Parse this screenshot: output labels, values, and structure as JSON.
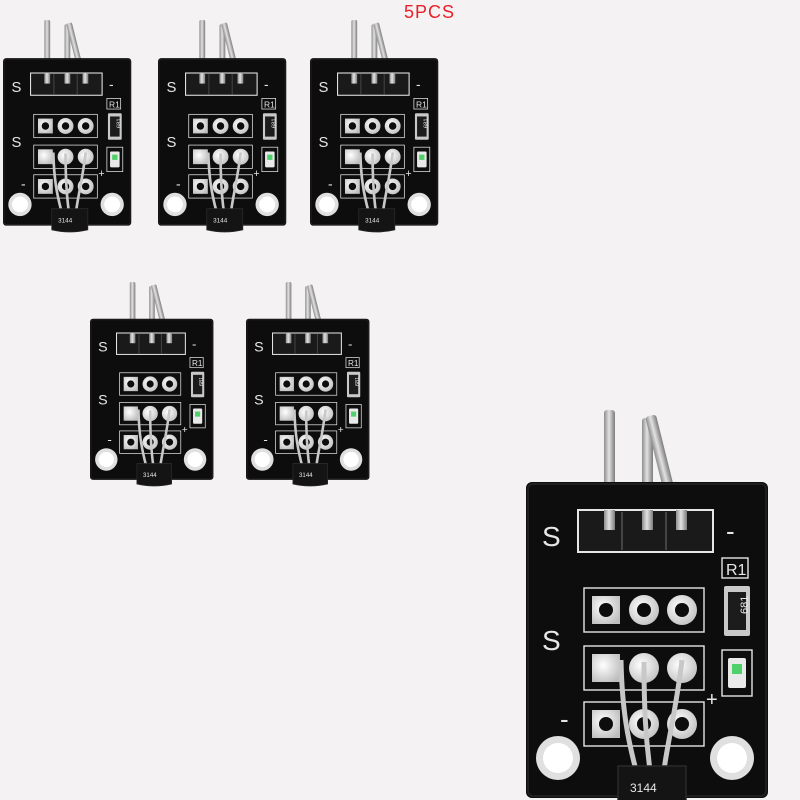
{
  "caption": {
    "text": "5PCS",
    "color": "#e8202a"
  },
  "modules": [
    {
      "label_signal_top": "S",
      "label_signal_mid": "S",
      "resistor_marking": "681",
      "sensor_marking": "3144"
    },
    {
      "label_signal_top": "S",
      "label_signal_mid": "S",
      "resistor_marking": "681",
      "sensor_marking": "3144"
    },
    {
      "label_signal_top": "S",
      "label_signal_mid": "S",
      "resistor_marking": "681",
      "sensor_marking": "3144"
    },
    {
      "label_signal_top": "S",
      "label_signal_mid": "S",
      "resistor_marking": "681",
      "sensor_marking": "3144"
    },
    {
      "label_signal_top": "S",
      "label_signal_mid": "S",
      "resistor_marking": "681",
      "sensor_marking": "3144"
    },
    {
      "label_signal_top": "S",
      "label_signal_mid": "S",
      "resistor_marking": "681",
      "sensor_marking": "3144"
    }
  ],
  "colors": {
    "background": "#f4f2f3",
    "pcb": "#0d0d0d",
    "silkscreen": "#e6e6e6",
    "pad": "#d9d9d9",
    "pin": "#b9b9b9",
    "led": "#4fd06a"
  }
}
